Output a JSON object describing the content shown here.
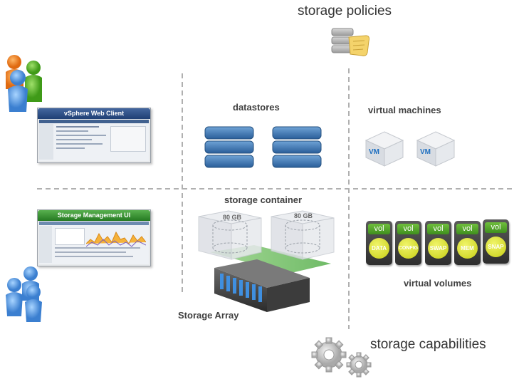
{
  "labels": {
    "storage_policies": "storage policies",
    "datastores": "datastores",
    "virtual_machines": "virtual machines",
    "storage_container": "storage container",
    "storage_array": "Storage  Array",
    "virtual_volumes": "virtual volumes",
    "storage_capabilities": "storage capabilities"
  },
  "clients": {
    "vsphere_title": "vSphere Web Client",
    "storage_mgmt_title": "Storage Management UI"
  },
  "vm_badges": [
    "VM",
    "VM"
  ],
  "container_sizes": [
    "80 GB",
    "80 GB"
  ],
  "vvols": [
    {
      "top": "vol",
      "label": "DATA"
    },
    {
      "top": "vol",
      "label": "CONFIG"
    },
    {
      "top": "vol",
      "label": "SWAP"
    },
    {
      "top": "vol",
      "label": "MEM"
    },
    {
      "top": "vol",
      "label": "SNAP"
    }
  ],
  "colors": {
    "vsphere_bar": "#2d4e86",
    "storage_bar": "#2f8a2c",
    "vvol_green": "#4f9e25",
    "vvol_disc": "#d2d81e",
    "datastore_blue": "#3e77b3"
  }
}
